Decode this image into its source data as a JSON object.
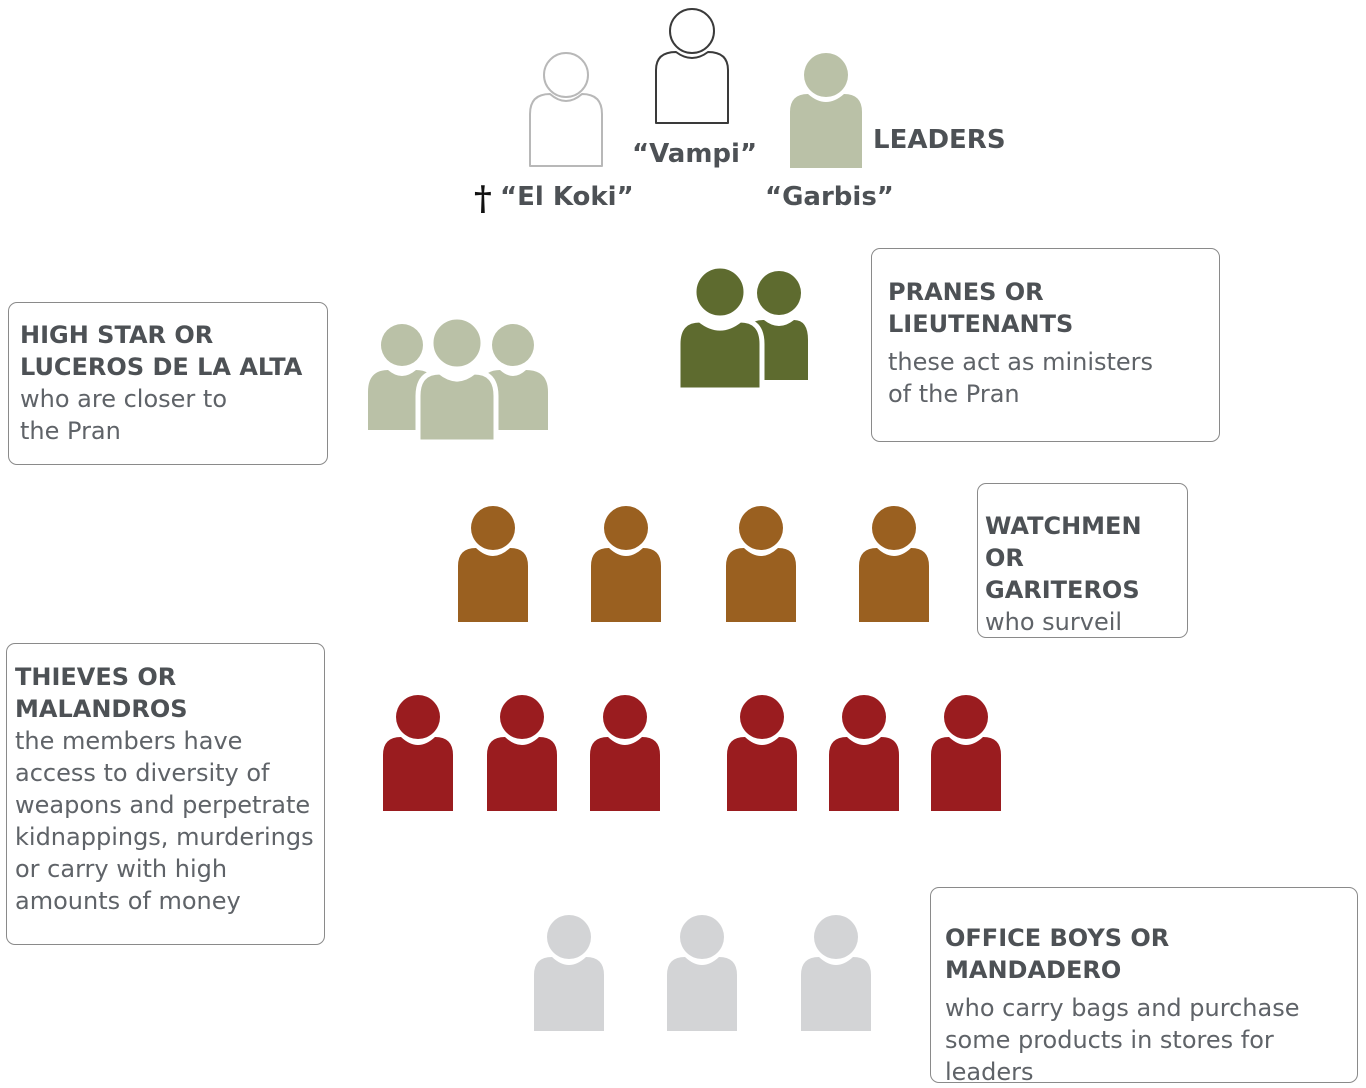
{
  "leaders": {
    "heading": "LEADERS",
    "names": {
      "el_koki": "“El Koki”",
      "vampi": "“Vampi”",
      "garbis": "“Garbis”"
    },
    "deceased_mark": "†",
    "colors": {
      "outline": "#555555",
      "garbis_fill": "#bac1a7"
    }
  },
  "tiers": {
    "high_star": {
      "title": "HIGH STAR OR LUCEROS DE LA ALTA",
      "title_lines": [
        "HIGH STAR OR",
        "LUCEROS DE LA ALTA"
      ],
      "desc_lines": [
        "who are closer to",
        "the Pran"
      ],
      "people_count": 3,
      "color": "#bac1a7"
    },
    "pranes": {
      "title_lines": [
        "PRANES OR",
        "LIEUTENANTS"
      ],
      "desc_lines": [
        "these act as ministers",
        "of the Pran"
      ],
      "people_count": 2,
      "color": "#5e6b2f"
    },
    "watchmen": {
      "title_lines": [
        "WATCHMEN",
        "OR GARITEROS"
      ],
      "desc_lines": [
        "who surveil"
      ],
      "people_count": 4,
      "color": "#9a6020"
    },
    "thieves": {
      "title_lines": [
        "THIEVES OR",
        "MALANDROS"
      ],
      "desc_lines": [
        "the members have",
        "access to diversity of",
        "weapons and perpetrate",
        "kidnappings, murderings",
        "or carry with high",
        "amounts of money"
      ],
      "people_count": 6,
      "color": "#9a1c1f"
    },
    "office_boys": {
      "title_lines": [
        "OFFICE BOYS OR MANDADERO"
      ],
      "desc_lines": [
        "who carry bags and purchase",
        "some products in stores for",
        "leaders"
      ],
      "people_count": 3,
      "color": "#d3d4d6"
    }
  }
}
